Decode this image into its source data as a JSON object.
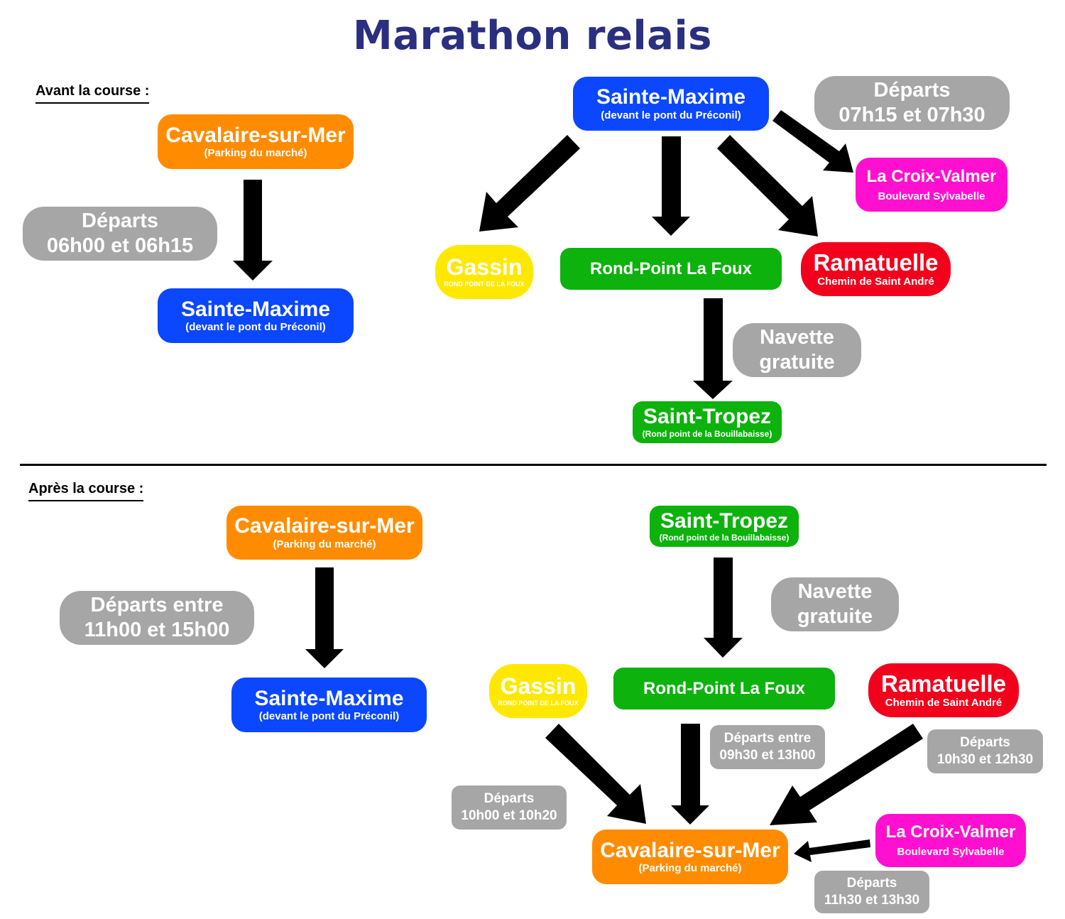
{
  "title": "Marathon relais",
  "colors": {
    "title": "#2b2f7f",
    "cavalaire": "#ff8c00",
    "sainte_maxime": "#0a47ff",
    "gassin": "#ffe800",
    "green": "#0db20d",
    "ramatuelle": "#f2001c",
    "croix_valmer": "#ff10d0",
    "badge": "#a6a6a6"
  },
  "before": {
    "heading": "Avant la course :",
    "cavalaire": {
      "name": "Cavalaire-sur-Mer",
      "detail": "(Parking du marché)"
    },
    "departs": {
      "line1": "Départs",
      "line2": "06h00 et 06h15"
    },
    "sainte_maxime_dest": {
      "name": "Sainte-Maxime",
      "detail": "(devant le pont du Préconil)"
    },
    "sainte_maxime_src": {
      "name": "Sainte-Maxime",
      "detail": "(devant le pont du Préconil)"
    },
    "departs_sm": {
      "line1": "Départs",
      "line2": "07h15 et 07h30"
    },
    "croix_valmer": {
      "name": "La Croix-Valmer",
      "detail": "Boulevard Sylvabelle"
    },
    "gassin": {
      "name": "Gassin",
      "detail": "ROND POINT DE LA FOUX"
    },
    "la_foux": {
      "name": "Rond-Point La Foux"
    },
    "ramatuelle": {
      "name": "Ramatuelle",
      "detail": "Chemin de Saint André"
    },
    "navette": {
      "line1": "Navette",
      "line2": "gratuite"
    },
    "saint_tropez": {
      "name": "Saint-Tropez",
      "detail": "(Rond point de la Bouillabaisse)"
    }
  },
  "after": {
    "heading": "Après la course :",
    "cavalaire_src": {
      "name": "Cavalaire-sur-Mer",
      "detail": "(Parking du marché)"
    },
    "departs": {
      "line1": "Départs entre",
      "line2": "11h00 et 15h00"
    },
    "sainte_maxime": {
      "name": "Sainte-Maxime",
      "detail": "(devant le pont du Préconil)"
    },
    "saint_tropez": {
      "name": "Saint-Tropez",
      "detail": "(Rond point de la Bouillabaisse)"
    },
    "navette": {
      "line1": "Navette",
      "line2": "gratuite"
    },
    "gassin": {
      "name": "Gassin",
      "detail": "ROND POINT DE LA FOUX"
    },
    "la_foux": {
      "name": "Rond-Point La Foux"
    },
    "ramatuelle": {
      "name": "Ramatuelle",
      "detail": "Chemin de Saint André"
    },
    "departs_foux": {
      "line1": "Départs entre",
      "line2": "09h30 et 13h00"
    },
    "departs_ramatuelle": {
      "line1": "Départs",
      "line2": "10h30 et 12h30"
    },
    "departs_gassin": {
      "line1": "Départs",
      "line2": "10h00 et 10h20"
    },
    "cavalaire_dest": {
      "name": "Cavalaire-sur-Mer",
      "detail": "(Parking du marché)"
    },
    "croix_valmer": {
      "name": "La Croix-Valmer",
      "detail": "Boulevard Sylvabelle"
    },
    "departs_croix": {
      "line1": "Départs",
      "line2": "11h30 et 13h30"
    }
  }
}
